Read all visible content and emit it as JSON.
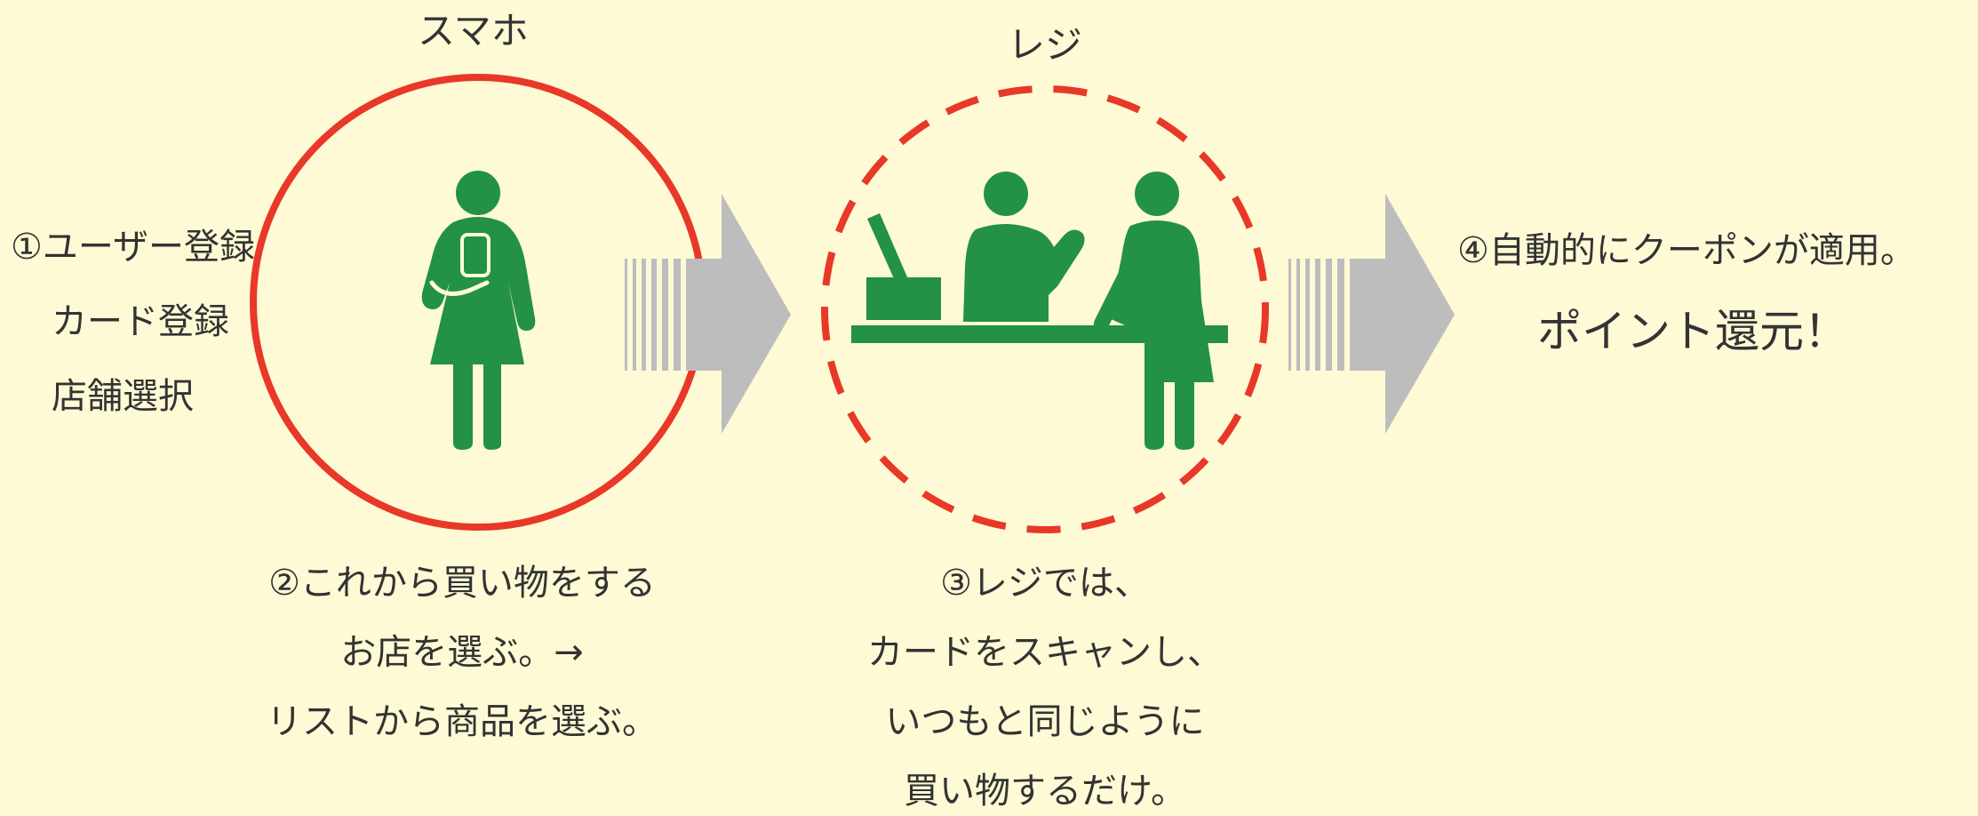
{
  "labels": {
    "smartphone": "スマホ",
    "register": "レジ"
  },
  "steps": {
    "step1": [
      "①ユーザー登録",
      "カード登録",
      "店舗選択"
    ],
    "step2": [
      "②これから買い物をする",
      "お店を選ぶ。→",
      "リストから商品を選ぶ。"
    ],
    "step3": [
      "③レジでは、",
      "カードをスキャンし、",
      "いつもと同じように",
      "買い物するだけ。"
    ],
    "step4": [
      "④自動的にクーポンが適用。",
      "ポイント還元！"
    ]
  },
  "colors": {
    "background": "#fffad6",
    "circle_red": "#e83828",
    "figure_green": "#239146",
    "arrow_gray": "#bdbdbd",
    "text": "#333333"
  },
  "icons": [
    "person-with-smartphone-icon",
    "cashier-and-customer-icon",
    "cash-register-icon",
    "arrow-right-icon"
  ]
}
